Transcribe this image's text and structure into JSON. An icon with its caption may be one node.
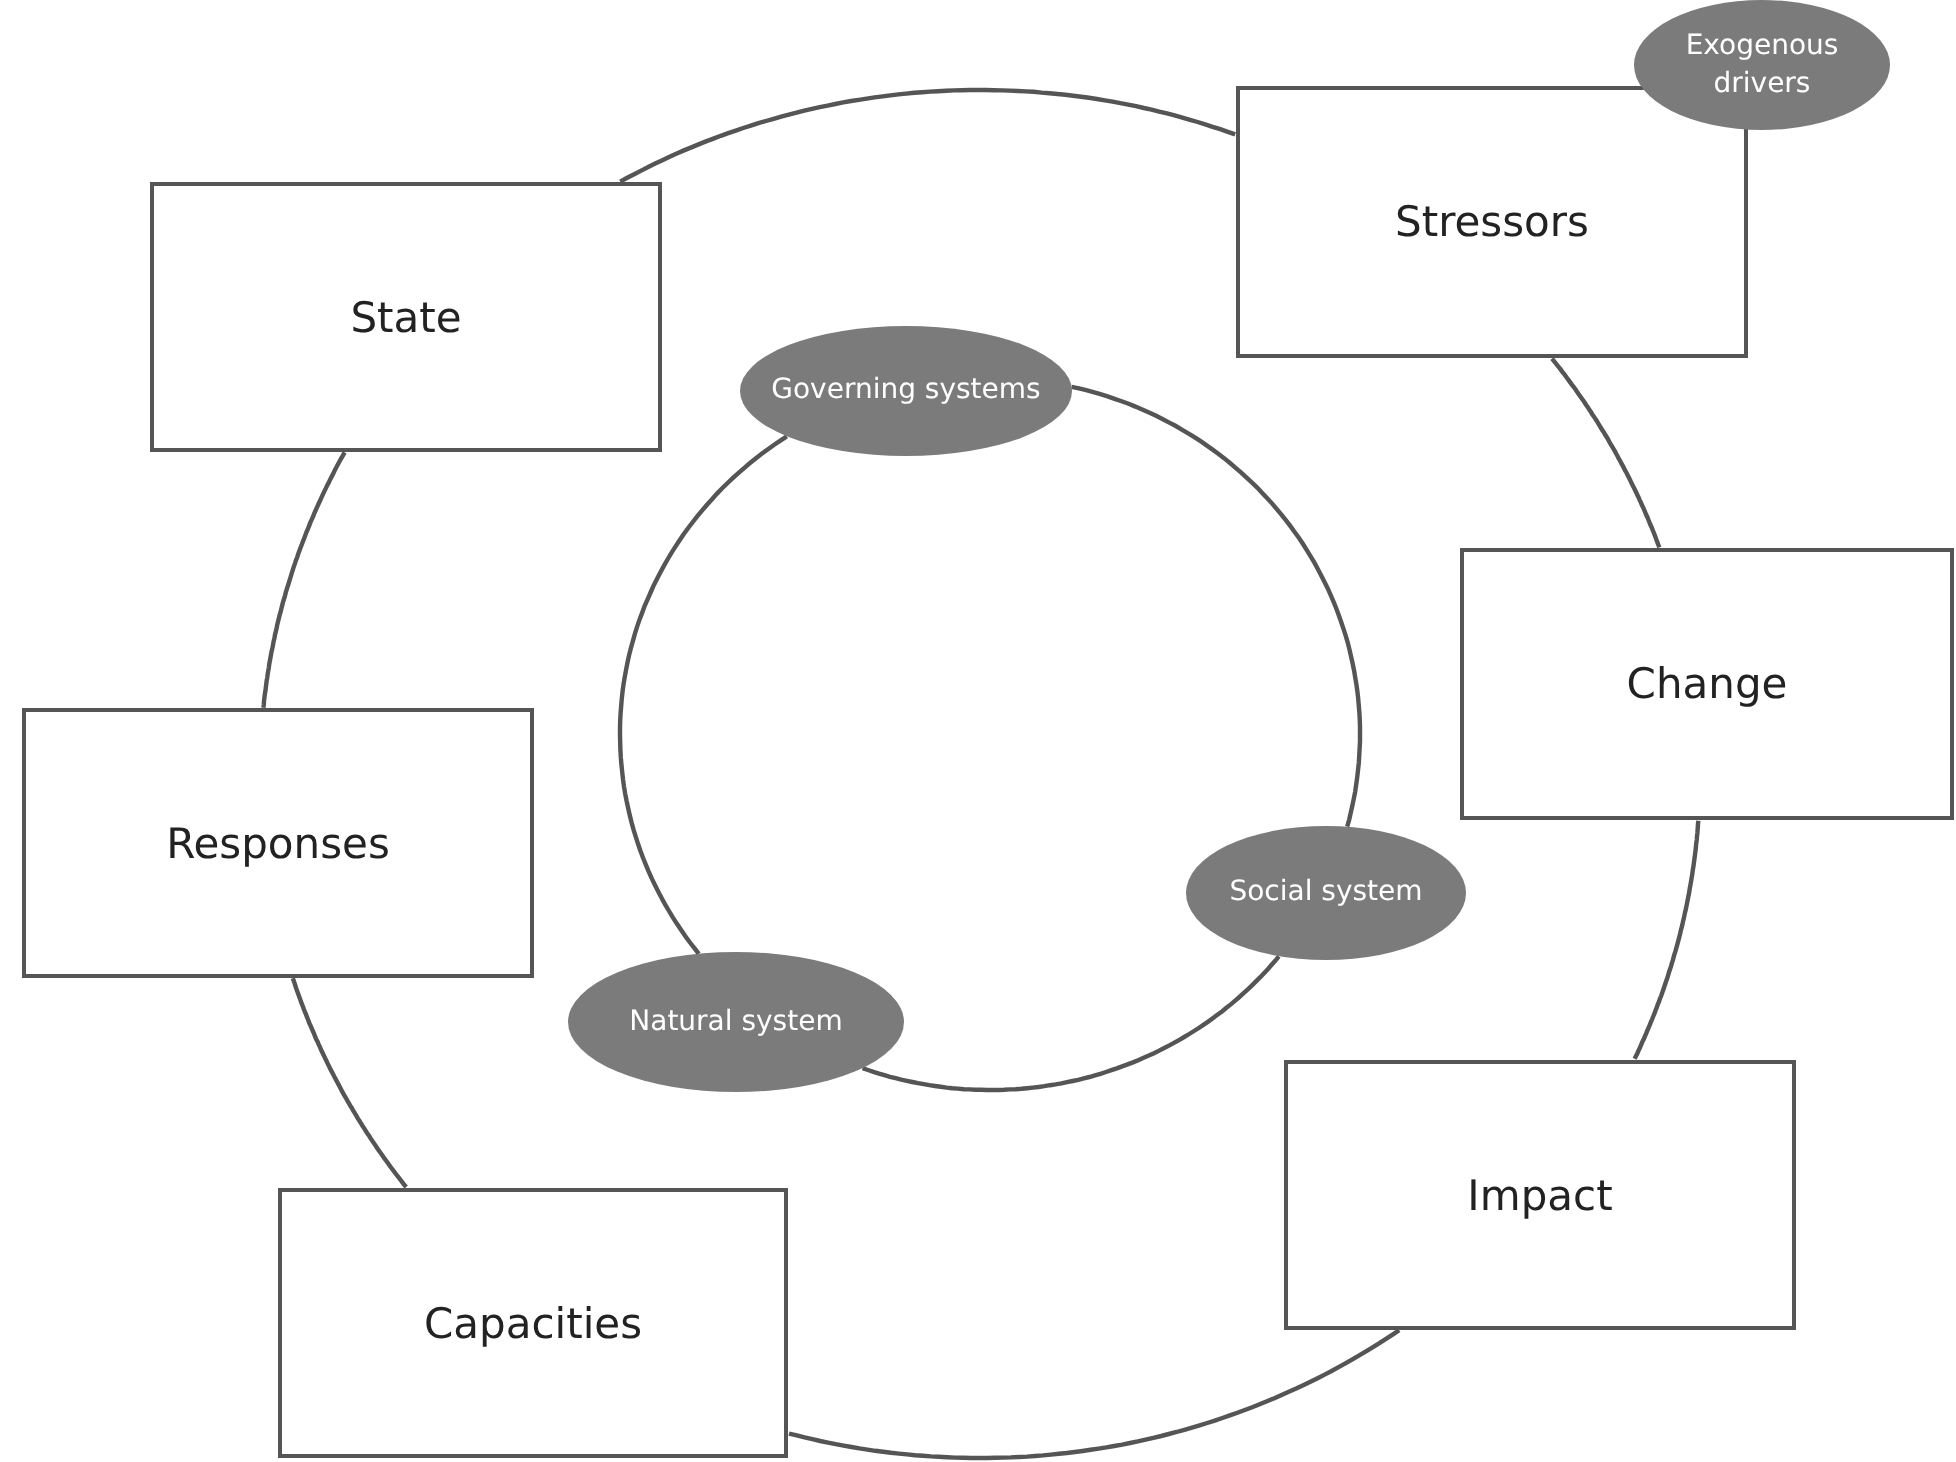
{
  "diagram": {
    "nodes": [
      {
        "text": [
          "State"
        ]
      },
      {
        "text": [
          "Stressors"
        ]
      },
      {
        "text": [
          "Exogenous drivers"
        ]
      },
      {
        "text": [
          "Change"
        ]
      },
      {
        "text": [
          "Governing systems"
        ]
      },
      {
        "text": [
          "Responses"
        ]
      },
      {
        "text": [
          "Social system"
        ]
      },
      {
        "text": [
          "Natural system"
        ]
      },
      {
        "text": [
          "Impact"
        ]
      },
      {
        "text": [
          "Capacities"
        ]
      }
    ],
    "edges": [
      {
        "from": 0,
        "to": 1,
        "arrow": "none"
      },
      {
        "from": 1,
        "to": 3,
        "arrow": "none"
      },
      {
        "from": 3,
        "to": 8,
        "arrow": "none"
      },
      {
        "from": 8,
        "to": 9,
        "arrow": "none"
      },
      {
        "from": 9,
        "to": 5,
        "arrow": "none"
      },
      {
        "from": 5,
        "to": 0,
        "arrow": "none"
      },
      {
        "from": 4,
        "to": 6,
        "arrow": "none"
      },
      {
        "from": 6,
        "to": 7,
        "arrow": "none"
      },
      {
        "from": 7,
        "to": 4,
        "arrow": "none"
      }
    ]
  }
}
